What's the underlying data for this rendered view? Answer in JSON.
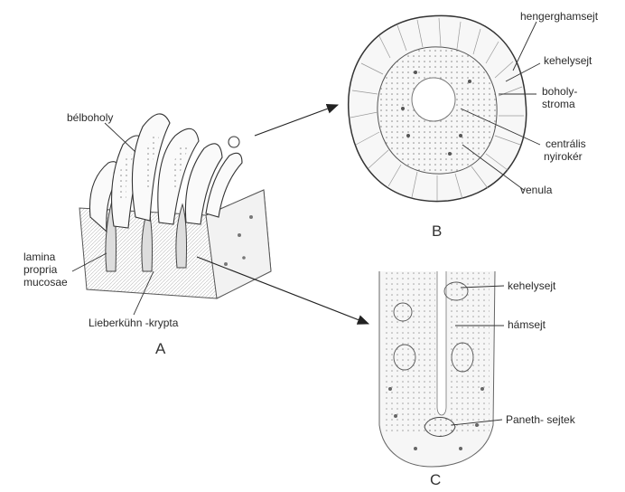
{
  "labels": {
    "belboholy": "bélboholy",
    "lamina": "lamina",
    "propria": "propria",
    "mucosae": "mucosae",
    "lieberkuhn": "Lieberkühn -krypta",
    "hengerhamsejt": "hengerghamsejt",
    "kehelysejt_b": "kehelysejt",
    "boholy": "boholy-",
    "stroma": "stroma",
    "centralis": "centrális",
    "nyirokér": "nyirokér",
    "venula": "venula",
    "kehelysejt_c": "kehelysejt",
    "hamsejt": "hámsejt",
    "paneth": "Paneth- sejtek"
  },
  "panels": {
    "a": "A",
    "b": "B",
    "c": "C"
  },
  "colors": {
    "ink": "#333333",
    "shade": "#9a9a9a",
    "light": "#d8d8d8"
  }
}
